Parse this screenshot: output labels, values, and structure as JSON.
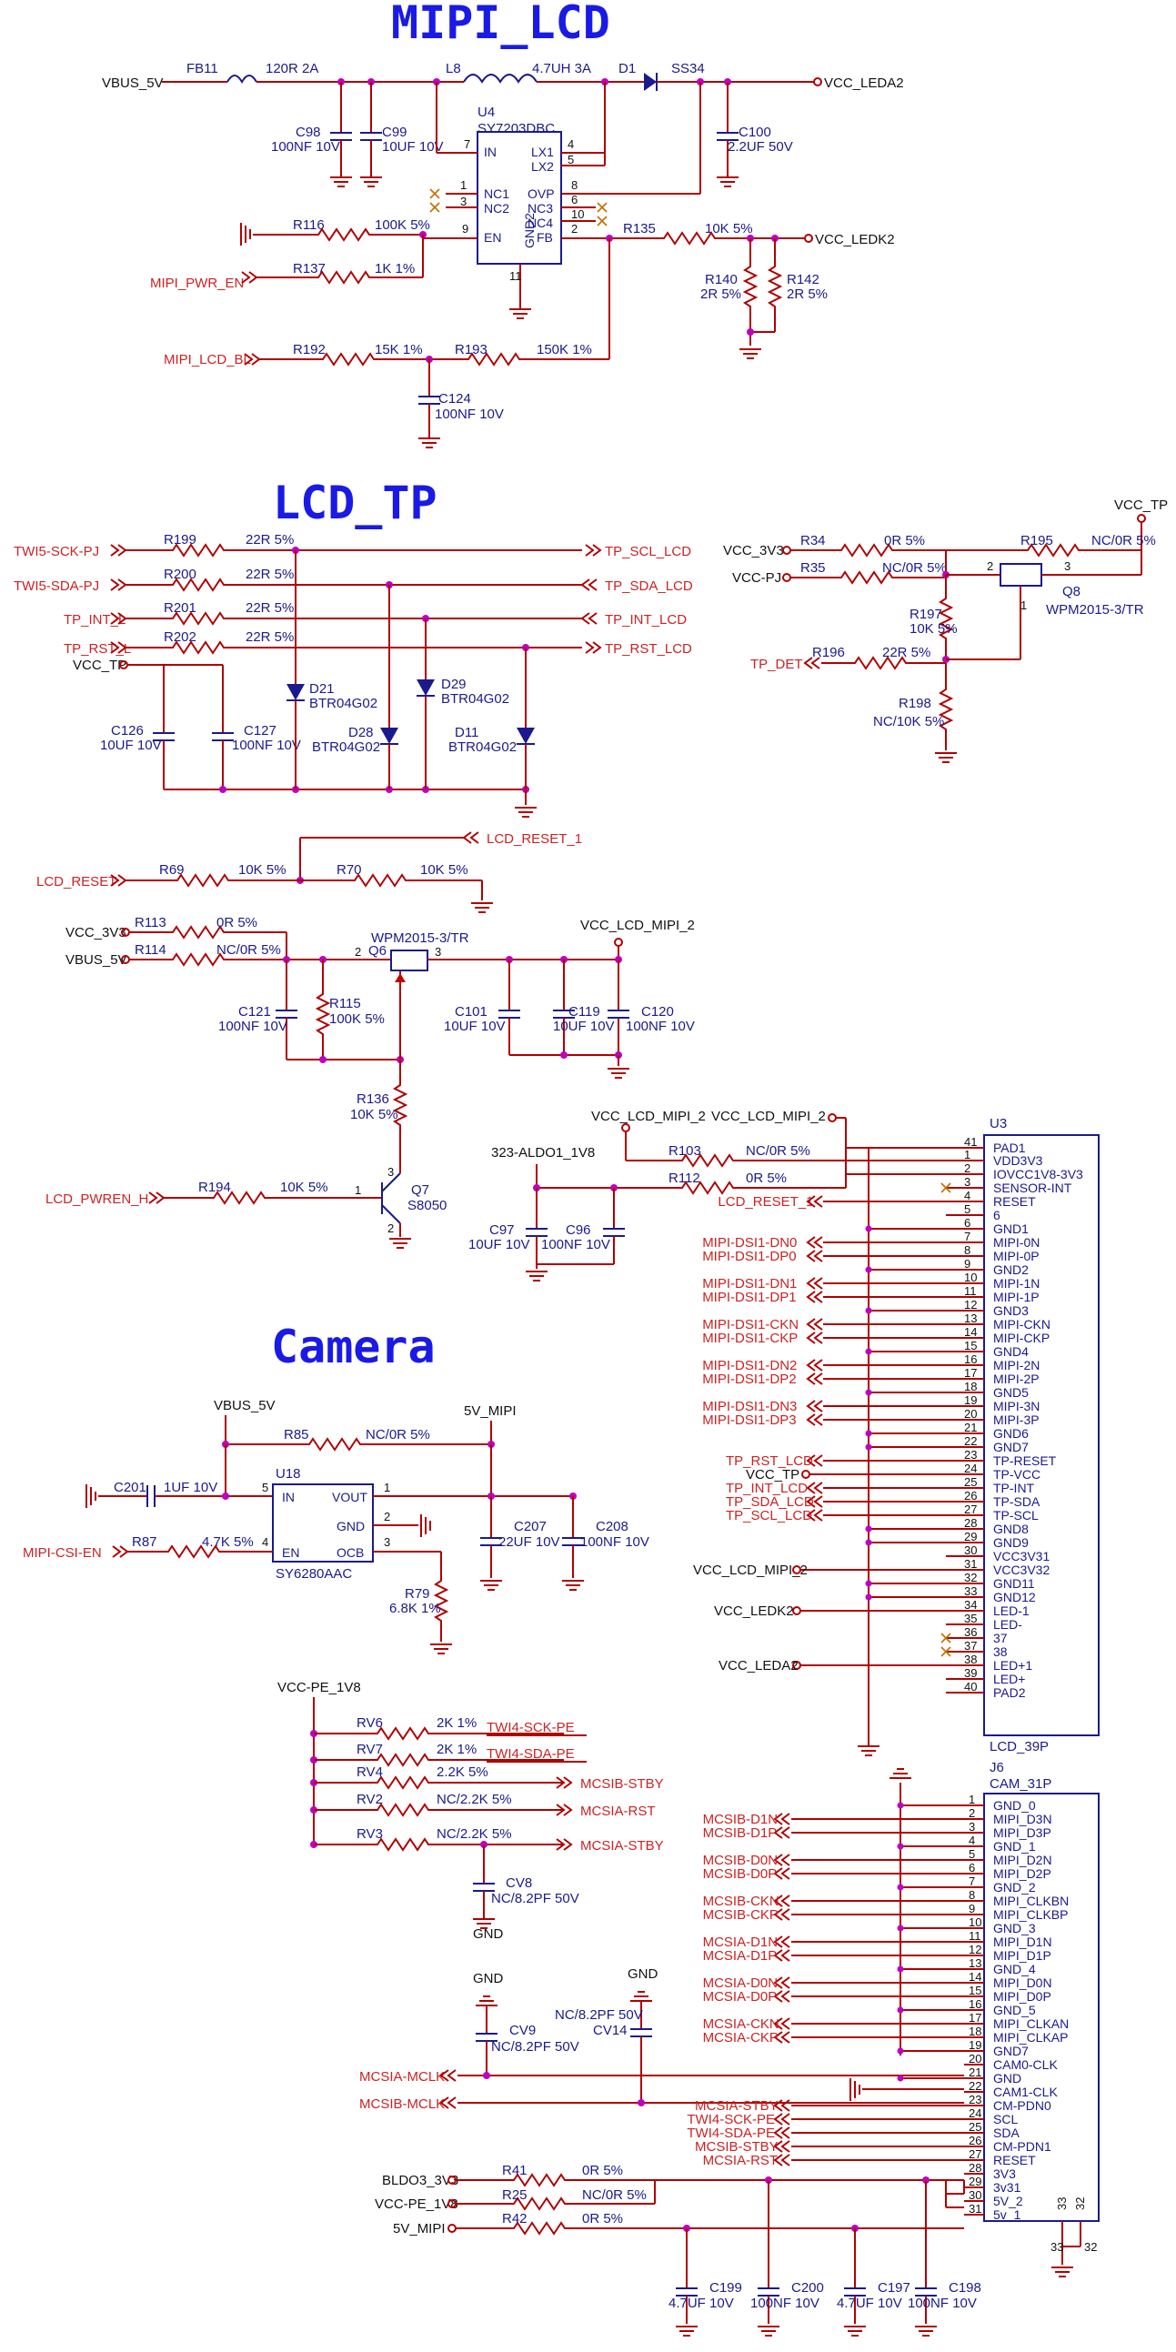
{
  "titles": {
    "mipi_lcd": "MIPI_LCD",
    "lcd_tp": "LCD_TP",
    "camera": "Camera"
  },
  "mipi": {
    "vbus": "VBUS_5V",
    "fb11": "FB11",
    "fb11_val": "120R 2A",
    "l8": "L8",
    "l8_val": "4.7UH 3A",
    "d1": "D1",
    "d1_val": "SS34",
    "vcc_leda2": "VCC_LEDA2",
    "c98": "C98",
    "c98_val": "100NF 10V",
    "c99": "C99",
    "c99_val": "10UF 10V",
    "c100": "C100",
    "c100_val": "2.2UF 50V",
    "u4": "U4",
    "u4_val": "SY7203DBC",
    "u4_pins": {
      "in": "IN",
      "lx1": "LX1",
      "lx2": "LX2",
      "nc1": "NC1",
      "nc2": "NC2",
      "ovp": "OVP",
      "nc3": "NC3",
      "nc4": "NC4",
      "en": "EN",
      "gnd2": "GND2",
      "fb": "FB"
    },
    "u4_pn": {
      "p7": "7",
      "p4": "4",
      "p5": "5",
      "p1": "1",
      "p3": "3",
      "p8": "8",
      "p6": "6",
      "p10": "10",
      "p9": "9",
      "p2": "2",
      "p11": "11"
    },
    "r116": "R116",
    "r116_val": "100K 5%",
    "r137": "R137",
    "r137_val": "1K 1%",
    "mipi_pwr_en": "MIPI_PWR_EN",
    "r135": "R135",
    "r135_val": "10K 5%",
    "vcc_ledk2": "VCC_LEDK2",
    "r140": "R140",
    "r140_val": "2R 5%",
    "r142": "R142",
    "r142_val": "2R 5%",
    "mipi_lcd_bl": "MIPI_LCD_BL",
    "r192": "R192",
    "r192_val": "15K 1%",
    "r193": "R193",
    "r193_val": "150K 1%",
    "c124": "C124",
    "c124_val": "100NF 10V"
  },
  "tp": {
    "sigs_in": [
      "TWI5-SCK-PJ",
      "TWI5-SDA-PJ",
      "TP_INT_L",
      "TP_RST_L"
    ],
    "res": [
      {
        "r": "R199",
        "v": "22R 5%"
      },
      {
        "r": "R200",
        "v": "22R 5%"
      },
      {
        "r": "R201",
        "v": "22R 5%"
      },
      {
        "r": "R202",
        "v": "22R 5%"
      }
    ],
    "sigs_out": [
      "TP_SCL_LCD",
      "TP_SDA_LCD",
      "TP_INT_LCD",
      "TP_RST_LCD"
    ],
    "vcc_tp": "VCC_TP",
    "c126": "C126",
    "c126_val": "10UF 10V",
    "c127": "C127",
    "c127_val": "100NF 10V",
    "d21": "D21",
    "d21_val": "BTR04G02",
    "d28": "D28",
    "d28_val": "BTR04G02",
    "d29": "D29",
    "d29_val": "BTR04G02",
    "d11": "D11",
    "d11_val": "BTR04G02",
    "vcc_tp_r": "VCC_TP",
    "vcc_3v3": "VCC_3V3",
    "r34": "R34",
    "r34_val": "0R 5%",
    "r195": "R195",
    "r195_val": "NC/0R 5%",
    "vcc_pj": "VCC-PJ",
    "r35": "R35",
    "r35_val": "NC/0R 5%",
    "q8": "Q8",
    "q8_val": "WPM2015-3/TR",
    "q8_pins": {
      "p2": "2",
      "p3": "3",
      "p1": "1"
    },
    "r197": "R197",
    "r197_val": "10K 5%",
    "tp_det": "TP_DET",
    "r196": "R196",
    "r196_val": "22R 5%",
    "r198": "R198",
    "r198_val": "NC/10K 5%"
  },
  "lcdctl": {
    "lcd_reset_1": "LCD_RESET_1",
    "lcd_reset": "LCD_RESET",
    "r69": "R69",
    "r69_val": "10K 5%",
    "r70": "R70",
    "r70_val": "10K 5%",
    "vcc_3v3": "VCC_3V3",
    "r113": "R113",
    "r113_val": "0R 5%",
    "vbus": "VBUS_5V",
    "r114": "R114",
    "r114_val": "NC/0R 5%",
    "q6": "Q6",
    "q6_val": "WPM2015-3/TR",
    "q6_pins": {
      "p2": "2",
      "p3": "3"
    },
    "vcc_lcd_mipi_2": "VCC_LCD_MIPI_2",
    "c121": "C121",
    "c121_val": "100NF 10V",
    "r115": "R115",
    "r115_val": "100K 5%",
    "c101": "C101",
    "c101_val": "10UF 10V",
    "c119": "C119",
    "c119_val": "10UF 10V",
    "c120": "C120",
    "c120_val": "100NF 10V",
    "r136": "R136",
    "r136_val": "10K 5%",
    "lcd_pwren_h": "LCD_PWREN_H",
    "r194": "R194",
    "r194_val": "10K 5%",
    "q7": "Q7",
    "q7_val": "S8050",
    "q7_pins": {
      "p1": "1",
      "p3": "3",
      "p2": "2"
    }
  },
  "u3": {
    "ref": "U3",
    "val": "LCD_39P",
    "vcc_a": "VCC_LCD_MIPI_2",
    "vcc_b": "VCC_LCD_MIPI_2",
    "aldo": "323-ALDO1_1V8",
    "r103": "R103",
    "r103_val": "NC/0R 5%",
    "r112": "R112",
    "r112_val": "0R 5%",
    "c97": "C97",
    "c97_val": "10UF 10V",
    "c96": "C96",
    "c96_val": "100NF 10V",
    "pins": [
      {
        "n": "41",
        "name": "PAD1",
        "sig": ""
      },
      {
        "n": "1",
        "name": "VDD3V3",
        "sig": ""
      },
      {
        "n": "2",
        "name": "IOVCC1V8-3V3",
        "sig": ""
      },
      {
        "n": "3",
        "name": "SENSOR-INT",
        "sig": ""
      },
      {
        "n": "4",
        "name": "RESET",
        "sig": "LCD_RESET_1"
      },
      {
        "n": "5",
        "name": "6",
        "sig": ""
      },
      {
        "n": "6",
        "name": "GND1",
        "sig": ""
      },
      {
        "n": "7",
        "name": "MIPI-0N",
        "sig": "MIPI-DSI1-DN0"
      },
      {
        "n": "8",
        "name": "MIPI-0P",
        "sig": "MIPI-DSI1-DP0"
      },
      {
        "n": "9",
        "name": "GND2",
        "sig": ""
      },
      {
        "n": "10",
        "name": "MIPI-1N",
        "sig": "MIPI-DSI1-DN1"
      },
      {
        "n": "11",
        "name": "MIPI-1P",
        "sig": "MIPI-DSI1-DP1"
      },
      {
        "n": "12",
        "name": "GND3",
        "sig": ""
      },
      {
        "n": "13",
        "name": "MIPI-CKN",
        "sig": "MIPI-DSI1-CKN"
      },
      {
        "n": "14",
        "name": "MIPI-CKP",
        "sig": "MIPI-DSI1-CKP"
      },
      {
        "n": "15",
        "name": "GND4",
        "sig": ""
      },
      {
        "n": "16",
        "name": "MIPI-2N",
        "sig": "MIPI-DSI1-DN2"
      },
      {
        "n": "17",
        "name": "MIPI-2P",
        "sig": "MIPI-DSI1-DP2"
      },
      {
        "n": "18",
        "name": "GND5",
        "sig": ""
      },
      {
        "n": "19",
        "name": "MIPI-3N",
        "sig": "MIPI-DSI1-DN3"
      },
      {
        "n": "20",
        "name": "MIPI-3P",
        "sig": "MIPI-DSI1-DP3"
      },
      {
        "n": "21",
        "name": "GND6",
        "sig": ""
      },
      {
        "n": "22",
        "name": "GND7",
        "sig": ""
      },
      {
        "n": "23",
        "name": "TP-RESET",
        "sig": "TP_RST_LCD"
      },
      {
        "n": "24",
        "name": "TP-VCC",
        "sig": "VCC_TP"
      },
      {
        "n": "25",
        "name": "TP-INT",
        "sig": "TP_INT_LCD"
      },
      {
        "n": "26",
        "name": "TP-SDA",
        "sig": "TP_SDA_LCD"
      },
      {
        "n": "27",
        "name": "TP-SCL",
        "sig": "TP_SCL_LCD"
      },
      {
        "n": "28",
        "name": "GND8",
        "sig": ""
      },
      {
        "n": "29",
        "name": "GND9",
        "sig": ""
      },
      {
        "n": "30",
        "name": "VCC3V31",
        "sig": ""
      },
      {
        "n": "31",
        "name": "VCC3V32",
        "sig": "VCC_LCD_MIPI_2"
      },
      {
        "n": "32",
        "name": "GND11",
        "sig": ""
      },
      {
        "n": "33",
        "name": "GND12",
        "sig": ""
      },
      {
        "n": "34",
        "name": "LED-1",
        "sig": "VCC_LEDK2"
      },
      {
        "n": "35",
        "name": "LED-",
        "sig": ""
      },
      {
        "n": "36",
        "name": "37",
        "sig": ""
      },
      {
        "n": "37",
        "name": "38",
        "sig": ""
      },
      {
        "n": "38",
        "name": "LED+1",
        "sig": "VCC_LEDA2"
      },
      {
        "n": "39",
        "name": "LED+",
        "sig": ""
      },
      {
        "n": "40",
        "name": "PAD2",
        "sig": ""
      }
    ]
  },
  "cam": {
    "vbus": "VBUS_5V",
    "r85": "R85",
    "r85_val": "NC/0R 5%",
    "v5_mipi": "5V_MIPI",
    "c201": "C201",
    "c201_val": "1UF 10V",
    "u18": "U18",
    "u18_val": "SY6280AAC",
    "u18_pins": {
      "in": "IN",
      "vout": "VOUT",
      "gnd": "GND",
      "en": "EN",
      "ocb": "OCB"
    },
    "u18_pn": {
      "p5": "5",
      "p1": "1",
      "p2": "2",
      "p4": "4",
      "p3": "3"
    },
    "mipi_csi_en": "MIPI-CSI-EN",
    "r87": "R87",
    "r87_val": "4.7K 5%",
    "c207": "C207",
    "c207_val": "22UF 10V",
    "c208": "C208",
    "c208_val": "100NF 10V",
    "r79": "R79",
    "r79_val": "6.8K 1%",
    "vcc_pe": "VCC-PE_1V8",
    "rv": [
      {
        "r": "RV6",
        "v": "2K 1%",
        "s": "TWI4-SCK-PE"
      },
      {
        "r": "RV7",
        "v": "2K 1%",
        "s": "TWI4-SDA-PE"
      },
      {
        "r": "RV4",
        "v": "2.2K 5%",
        "s": "MCSIB-STBY"
      },
      {
        "r": "RV2",
        "v": "NC/2.2K 5%",
        "s": "MCSIA-RST"
      },
      {
        "r": "RV3",
        "v": "NC/2.2K 5%",
        "s": "MCSIA-STBY"
      }
    ],
    "cv8": "CV8",
    "cv8_val": "NC/8.2PF 50V",
    "gnd": "GND",
    "cv9": "CV9",
    "cv9_val": "NC/8.2PF 50V",
    "cv14": "CV14",
    "cv14_val": "NC/8.2PF 50V",
    "gnd2": "GND",
    "mclk_a": "MCSIA-MCLK",
    "mclk_b": "MCSIB-MCLK",
    "bldo": "BLDO3_3V3",
    "r41": "R41",
    "r41_val": "0R 5%",
    "vcc_pe2": "VCC-PE_1V8",
    "r25": "R25",
    "r25_val": "NC/0R 5%",
    "v5": "5V_MIPI",
    "r42": "R42",
    "r42_val": "0R 5%",
    "caps": [
      {
        "r": "C199",
        "v": "4.7UF 10V"
      },
      {
        "r": "C200",
        "v": "100NF 10V"
      },
      {
        "r": "C197",
        "v": "4.7UF 10V"
      },
      {
        "r": "C198",
        "v": "100NF 10V"
      }
    ]
  },
  "j6": {
    "ref": "J6",
    "val": "CAM_31P",
    "pins": [
      {
        "n": "1",
        "name": "GND_0",
        "sig": ""
      },
      {
        "n": "2",
        "name": "MIPI_D3N",
        "sig": "MCSIB-D1N"
      },
      {
        "n": "3",
        "name": "MIPI_D3P",
        "sig": "MCSIB-D1P"
      },
      {
        "n": "4",
        "name": "GND_1",
        "sig": ""
      },
      {
        "n": "5",
        "name": "MIPI_D2N",
        "sig": "MCSIB-D0N"
      },
      {
        "n": "6",
        "name": "MIPI_D2P",
        "sig": "MCSIB-D0P"
      },
      {
        "n": "7",
        "name": "GND_2",
        "sig": ""
      },
      {
        "n": "8",
        "name": "MIPI_CLKBN",
        "sig": "MCSIB-CKN"
      },
      {
        "n": "9",
        "name": "MIPI_CLKBP",
        "sig": "MCSIB-CKP"
      },
      {
        "n": "10",
        "name": "GND_3",
        "sig": ""
      },
      {
        "n": "11",
        "name": "MIPI_D1N",
        "sig": "MCSIA-D1N"
      },
      {
        "n": "12",
        "name": "MIPI_D1P",
        "sig": "MCSIA-D1P"
      },
      {
        "n": "13",
        "name": "GND_4",
        "sig": ""
      },
      {
        "n": "14",
        "name": "MIPI_D0N",
        "sig": "MCSIA-D0N"
      },
      {
        "n": "15",
        "name": "MIPI_D0P",
        "sig": "MCSIA-D0P"
      },
      {
        "n": "16",
        "name": "GND_5",
        "sig": ""
      },
      {
        "n": "17",
        "name": "MIPI_CLKAN",
        "sig": "MCSIA-CKN"
      },
      {
        "n": "18",
        "name": "MIPI_CLKAP",
        "sig": "MCSIA-CKP"
      },
      {
        "n": "19",
        "name": "GND7",
        "sig": ""
      },
      {
        "n": "20",
        "name": "CAM0-CLK",
        "sig": ""
      },
      {
        "n": "21",
        "name": "GND",
        "sig": ""
      },
      {
        "n": "22",
        "name": "CAM1-CLK",
        "sig": ""
      },
      {
        "n": "23",
        "name": "CM-PDN0",
        "sig": "MCSIA-STBY"
      },
      {
        "n": "24",
        "name": "SCL",
        "sig": "TWI4-SCK-PE"
      },
      {
        "n": "25",
        "name": "SDA",
        "sig": "TWI4-SDA-PE"
      },
      {
        "n": "26",
        "name": "CM-PDN1",
        "sig": "MCSIB-STBY"
      },
      {
        "n": "27",
        "name": "RESET",
        "sig": "MCSIA-RST"
      },
      {
        "n": "28",
        "name": "3V3",
        "sig": ""
      },
      {
        "n": "29",
        "name": "3v31",
        "sig": ""
      },
      {
        "n": "30",
        "name": "5V_2",
        "sig": ""
      },
      {
        "n": "31",
        "name": "5v_1",
        "sig": ""
      }
    ],
    "p33": "33",
    "p32": "32"
  }
}
